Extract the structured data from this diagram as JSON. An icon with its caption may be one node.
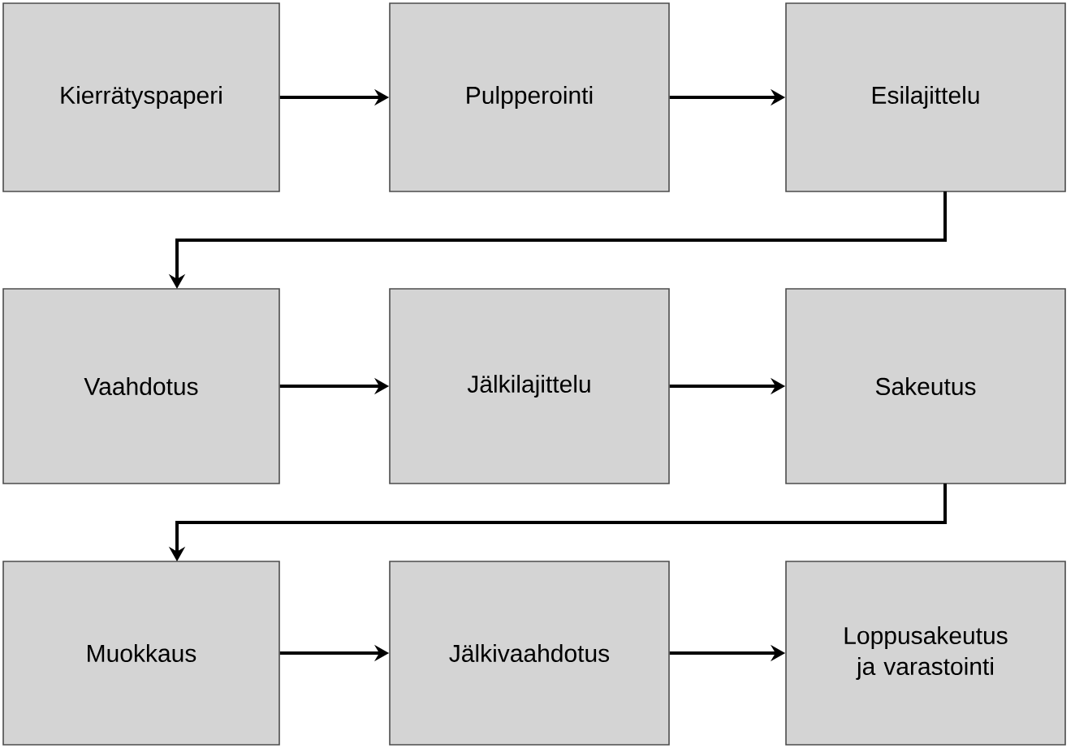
{
  "diagram": {
    "nodes": [
      {
        "text": [
          "Kierrätyspaperi"
        ]
      },
      {
        "text": [
          "Pulpperointi"
        ]
      },
      {
        "text": [
          "Esilajittelu"
        ]
      },
      {
        "text": [
          "Vaahdotus"
        ]
      },
      {
        "text": [
          "Jälkilajittelu"
        ]
      },
      {
        "text": [
          "Sakeutus"
        ]
      },
      {
        "text": [
          "Muokkaus"
        ]
      },
      {
        "text": [
          "Jälkivaahdotus"
        ]
      },
      {
        "text": [
          "Loppusakeutus ja varastointi"
        ]
      }
    ],
    "edges": [
      {
        "from": 0,
        "to": 1,
        "arrow": "to"
      },
      {
        "from": 1,
        "to": 2,
        "arrow": "to"
      },
      {
        "from": 2,
        "to": 3,
        "arrow": "to"
      },
      {
        "from": 3,
        "to": 4,
        "arrow": "to"
      },
      {
        "from": 4,
        "to": 5,
        "arrow": "to"
      },
      {
        "from": 5,
        "to": 6,
        "arrow": "to"
      },
      {
        "from": 6,
        "to": 7,
        "arrow": "to"
      },
      {
        "from": 7,
        "to": 8,
        "arrow": "to"
      }
    ]
  }
}
